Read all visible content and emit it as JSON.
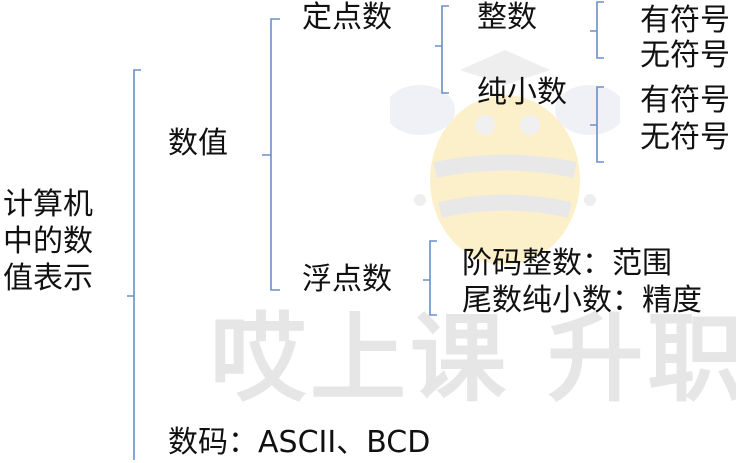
{
  "root": {
    "label_lines": [
      "计算机",
      "中的数",
      "值表示"
    ]
  },
  "numeric": {
    "label": "数值",
    "fixed_point": {
      "label": "定点数",
      "integer": {
        "label": "整数",
        "signed": "有符号",
        "unsigned": "无符号"
      },
      "fraction": {
        "label": "纯小数",
        "signed": "有符号",
        "unsigned": "无符号"
      }
    },
    "floating_point": {
      "label": "浮点数",
      "exponent": "阶码整数：范围",
      "mantissa": "尾数纯小数：精度"
    }
  },
  "codes": {
    "label": "数码：ASCII、BCD"
  },
  "watermark": {
    "text": "哎上课 升职"
  },
  "colors": {
    "bracket": "#6b8fc7",
    "text": "#111111",
    "watermark": "#e4e4e4",
    "bee": "#fbe9b5"
  }
}
